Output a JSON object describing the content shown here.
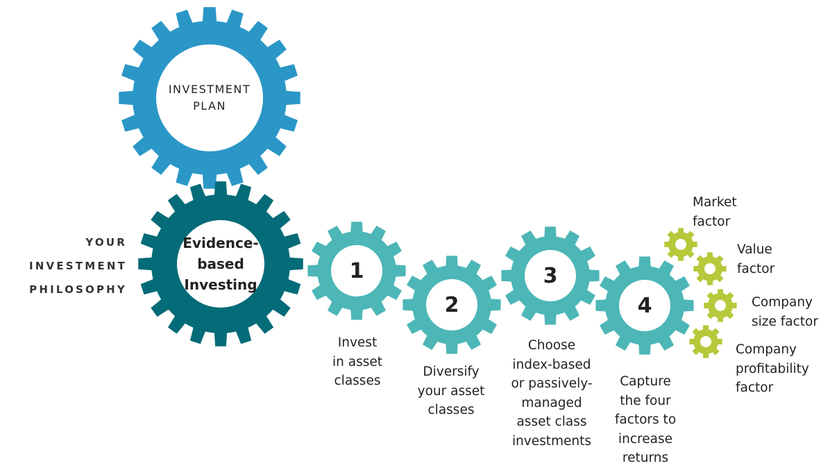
{
  "philosophy_label": "YOUR\nINVESTMENT\nPHILOSOPHY",
  "plan_gear": {
    "label": "INVESTMENT\nPLAN",
    "color": "#2b97c7"
  },
  "core_gear": {
    "label": "Evidence-\nbased\nInvesting",
    "color": "#046b78"
  },
  "steps": [
    {
      "number": "1",
      "caption": "Invest\nin asset\nclasses",
      "color": "#4db6b6"
    },
    {
      "number": "2",
      "caption": "Diversify\nyour asset\nclasses",
      "color": "#4db6b6"
    },
    {
      "number": "3",
      "caption": "Choose\nindex-based\nor passively-\nmanaged\nasset class\ninvestments",
      "color": "#4db6b6"
    },
    {
      "number": "4",
      "caption": "Capture\nthe four\nfactors to\nincrease\nreturns",
      "color": "#4db6b6"
    }
  ],
  "factors": [
    {
      "label": "Market\nfactor",
      "color": "#b6c93a"
    },
    {
      "label": "Value\nfactor",
      "color": "#b6c93a"
    },
    {
      "label": "Company\nsize factor",
      "color": "#b6c93a"
    },
    {
      "label": "Company\nprofitability\nfactor",
      "color": "#b6c93a"
    }
  ],
  "icons": [
    "gear-icon"
  ]
}
